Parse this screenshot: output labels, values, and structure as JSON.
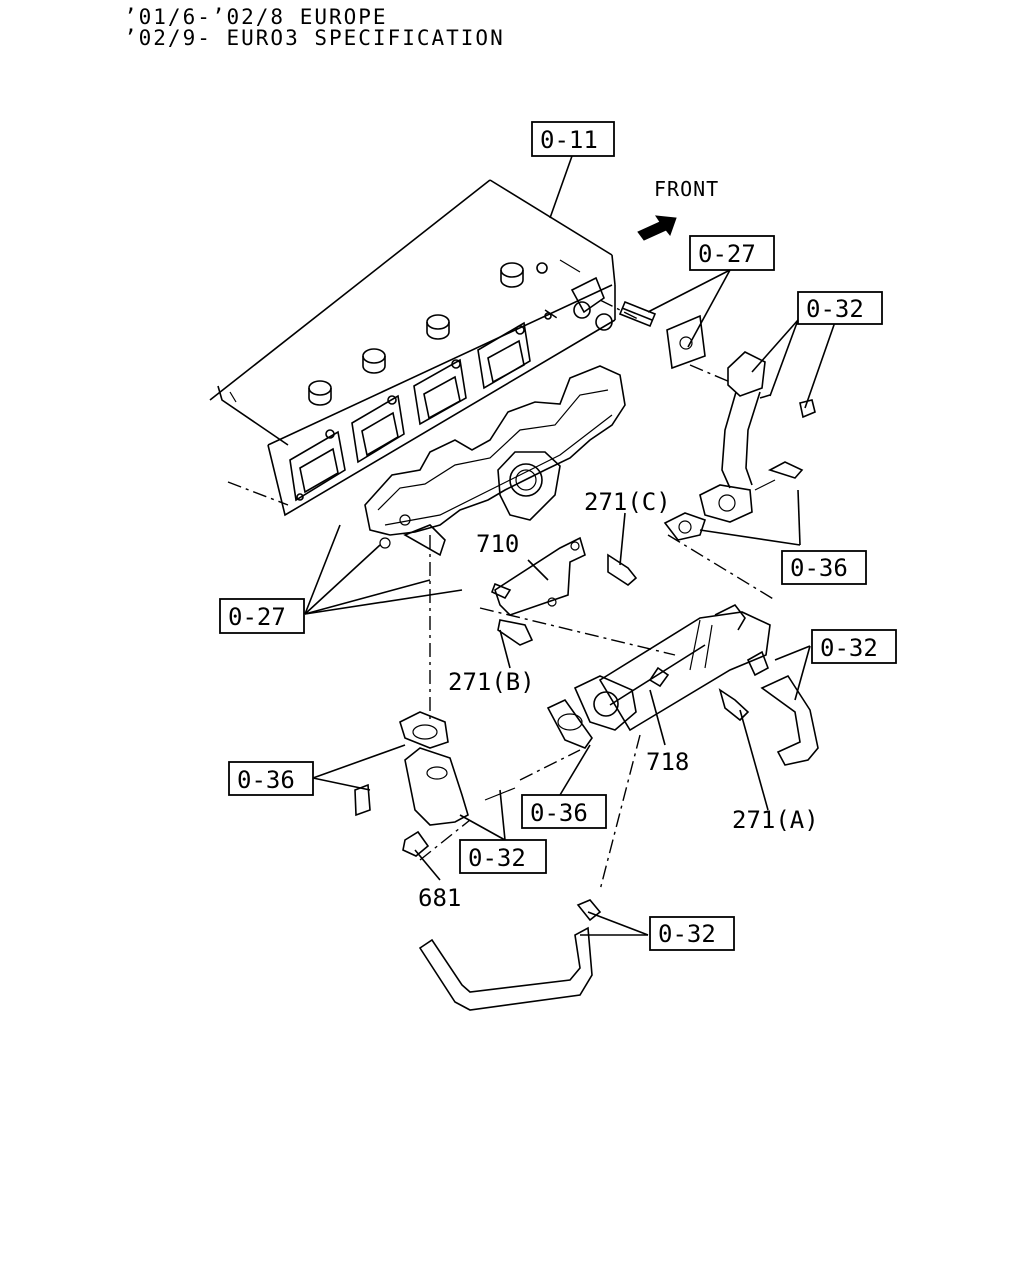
{
  "header": {
    "line1": "’01/6-’02/8 EUROPE",
    "line2": "’02/9- EURO3 SPECIFICATION"
  },
  "direction": {
    "label": "FRONT",
    "icon": "arrow-icon"
  },
  "callouts": {
    "ref_0_11": "0-11",
    "ref_0_27_top": "0-27",
    "ref_0_32_top": "0-32",
    "ref_0_36_right": "0-36",
    "ref_0_27_left": "0-27",
    "ref_0_32_right": "0-32",
    "ref_0_36_left": "0-36",
    "ref_0_36_mid": "0-36",
    "ref_0_32_mid": "0-32",
    "ref_0_32_bottom": "0-32"
  },
  "parts": {
    "p271c": "271(C)",
    "p710": "710",
    "p271b": "271(B)",
    "p718": "718",
    "p271a": "271(A)",
    "p681": "681"
  }
}
